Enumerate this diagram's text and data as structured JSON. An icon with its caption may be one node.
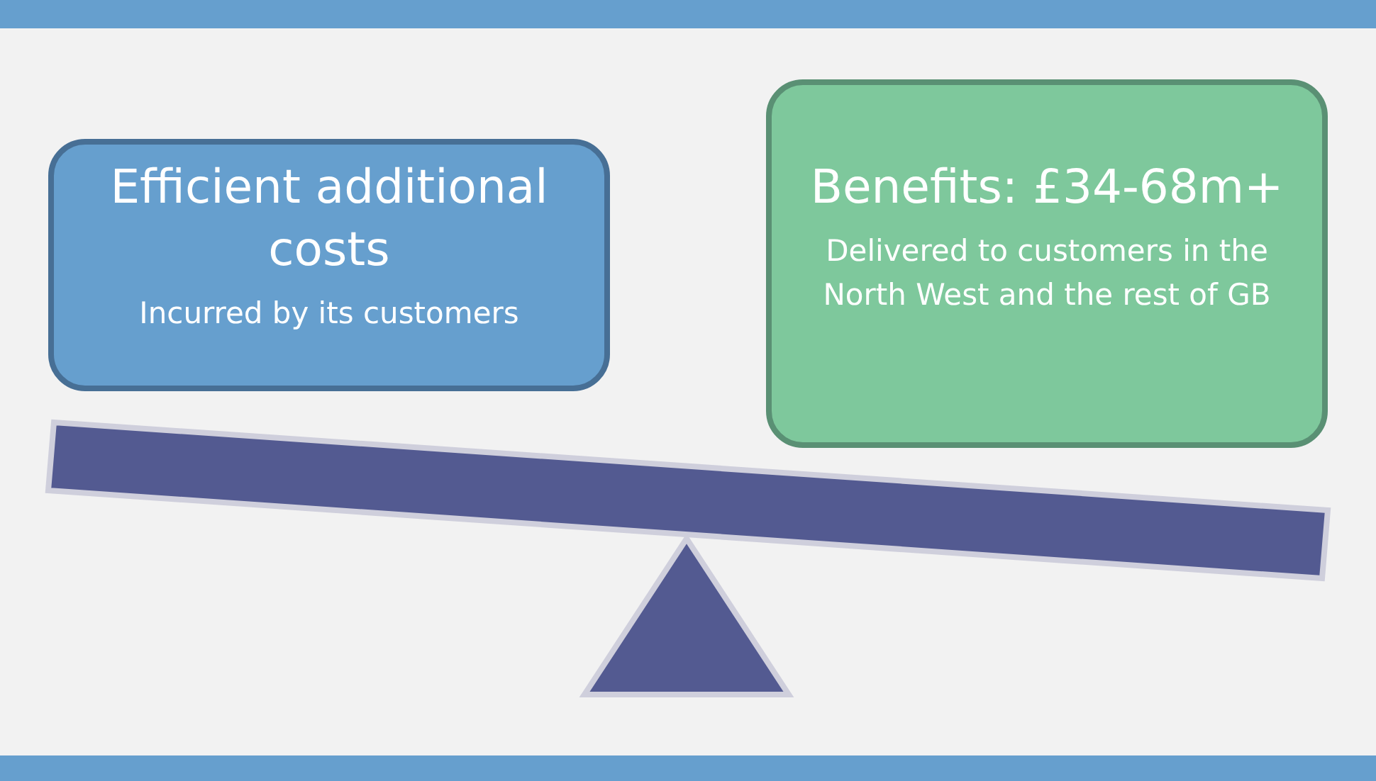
{
  "diagram": {
    "nodes": [
      {
        "text": [
          "Efficient additional costs",
          "Incurred by its customers"
        ]
      },
      {
        "text": [
          "Benefits: £34-68m+",
          "Delivered to customers in the North West and the rest of GB"
        ]
      }
    ]
  }
}
